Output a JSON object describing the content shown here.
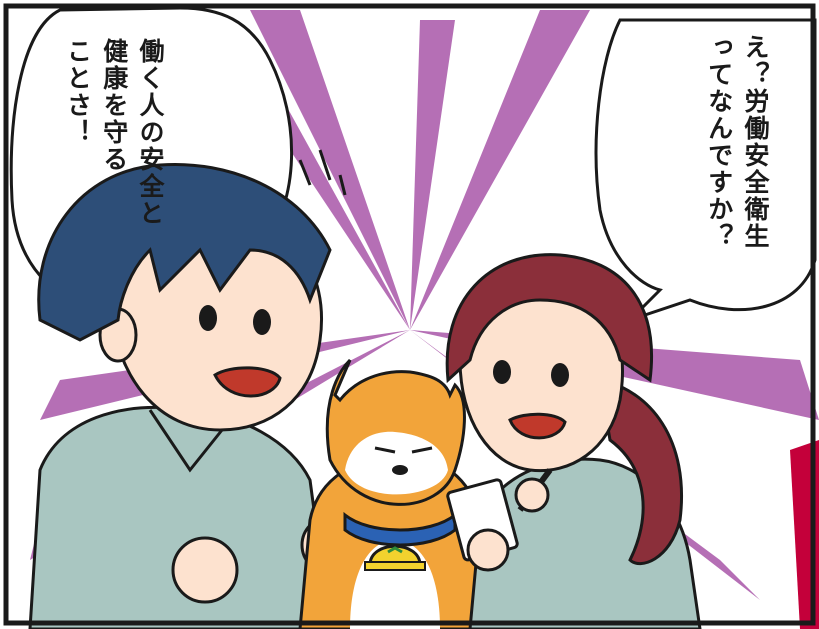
{
  "panel": {
    "left_speech": {
      "lines": [
        "働く人の安全と",
        "健康を守る",
        "ことさ！"
      ]
    },
    "right_speech": {
      "lines": [
        "え？労働安全衛生",
        "ってなんですか？"
      ]
    },
    "colors": {
      "burst": "#b56fb5",
      "background": "#ffffff",
      "border": "#1a1a1a",
      "man_hair": "#2d4e78",
      "uniform": "#a9c6c1",
      "woman_hair": "#8b2f3a",
      "dog_fur": "#f2a43a",
      "dog_collar": "#2b62b4",
      "helmet": "#f2d22e",
      "skin": "#fde2cf",
      "accent_red": "#c4003a"
    }
  }
}
